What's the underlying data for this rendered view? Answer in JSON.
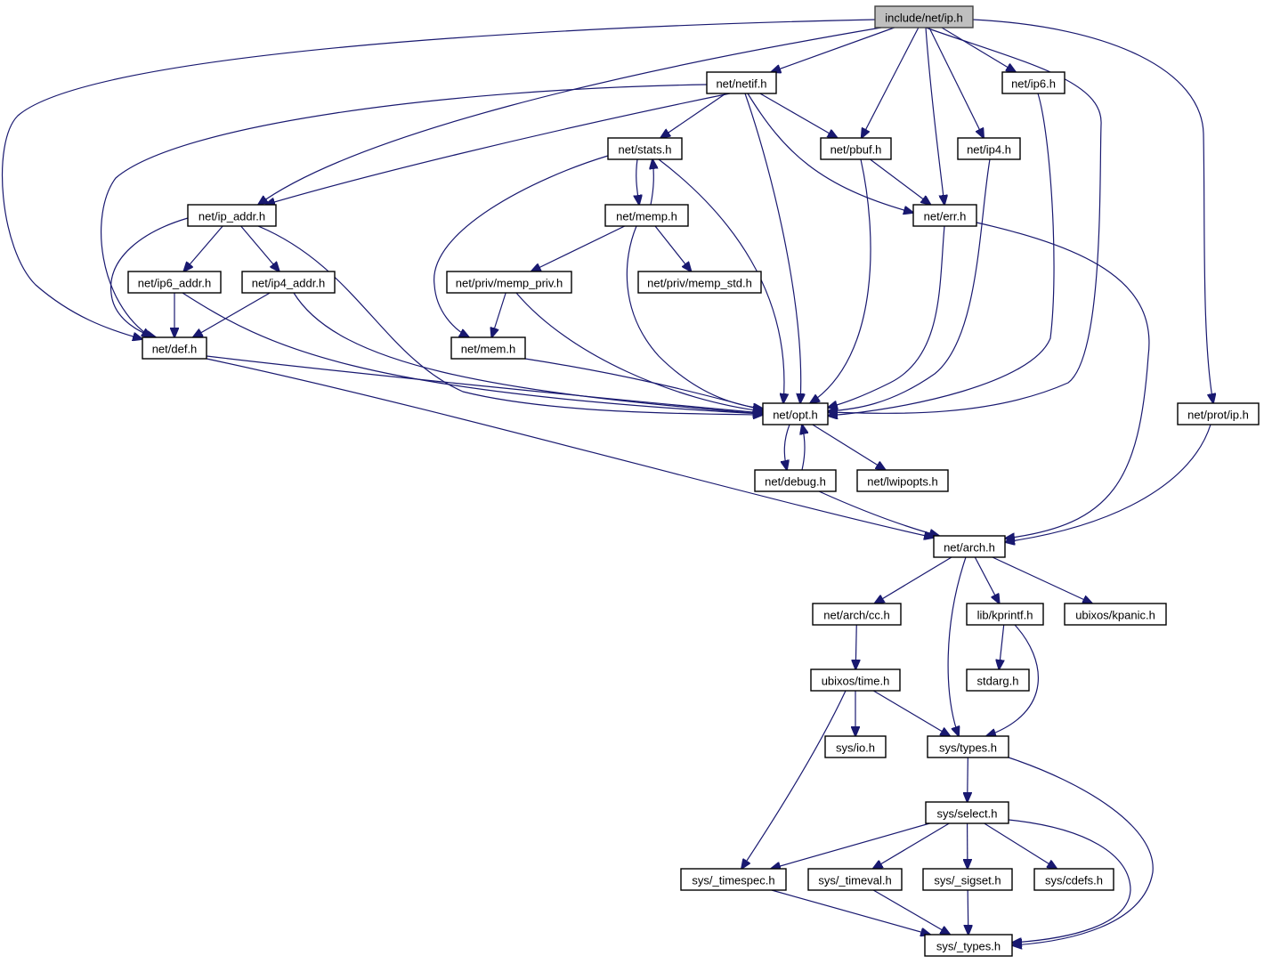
{
  "graph": {
    "title": "include/net/ip.h",
    "root": "ip",
    "colors": {
      "edge": "#191970",
      "root_fill": "#bfbfbf",
      "node_fill": "#ffffff",
      "node_border": "#000000"
    },
    "nodes": [
      {
        "id": "ip",
        "label": "include/net/ip.h"
      },
      {
        "id": "netif",
        "label": "net/netif.h"
      },
      {
        "id": "ip6",
        "label": "net/ip6.h"
      },
      {
        "id": "stats",
        "label": "net/stats.h"
      },
      {
        "id": "pbuf",
        "label": "net/pbuf.h"
      },
      {
        "id": "ip4",
        "label": "net/ip4.h"
      },
      {
        "id": "ip_addr",
        "label": "net/ip_addr.h"
      },
      {
        "id": "memp",
        "label": "net/memp.h"
      },
      {
        "id": "err",
        "label": "net/err.h"
      },
      {
        "id": "ip6_addr",
        "label": "net/ip6_addr.h"
      },
      {
        "id": "ip4_addr",
        "label": "net/ip4_addr.h"
      },
      {
        "id": "memp_priv",
        "label": "net/priv/memp_priv.h"
      },
      {
        "id": "memp_std",
        "label": "net/priv/memp_std.h"
      },
      {
        "id": "def",
        "label": "net/def.h"
      },
      {
        "id": "mem",
        "label": "net/mem.h"
      },
      {
        "id": "opt",
        "label": "net/opt.h"
      },
      {
        "id": "prot_ip",
        "label": "net/prot/ip.h"
      },
      {
        "id": "debug",
        "label": "net/debug.h"
      },
      {
        "id": "lwipopts",
        "label": "net/lwipopts.h"
      },
      {
        "id": "arch",
        "label": "net/arch.h"
      },
      {
        "id": "cc",
        "label": "net/arch/cc.h"
      },
      {
        "id": "kprintf",
        "label": "lib/kprintf.h"
      },
      {
        "id": "kpanic",
        "label": "ubixos/kpanic.h"
      },
      {
        "id": "time",
        "label": "ubixos/time.h"
      },
      {
        "id": "stdarg",
        "label": "stdarg.h"
      },
      {
        "id": "io",
        "label": "sys/io.h"
      },
      {
        "id": "types",
        "label": "sys/types.h"
      },
      {
        "id": "select",
        "label": "sys/select.h"
      },
      {
        "id": "timespec",
        "label": "sys/_timespec.h"
      },
      {
        "id": "timeval",
        "label": "sys/_timeval.h"
      },
      {
        "id": "sigset",
        "label": "sys/_sigset.h"
      },
      {
        "id": "cdefs",
        "label": "sys/cdefs.h"
      },
      {
        "id": "_types",
        "label": "sys/_types.h"
      }
    ],
    "edges": [
      [
        "ip",
        "netif"
      ],
      [
        "ip",
        "ip6"
      ],
      [
        "ip",
        "pbuf"
      ],
      [
        "ip",
        "ip4"
      ],
      [
        "ip",
        "err"
      ],
      [
        "ip",
        "ip_addr"
      ],
      [
        "ip",
        "def"
      ],
      [
        "ip",
        "opt"
      ],
      [
        "ip",
        "prot_ip"
      ],
      [
        "netif",
        "stats"
      ],
      [
        "netif",
        "pbuf"
      ],
      [
        "netif",
        "err"
      ],
      [
        "netif",
        "ip_addr"
      ],
      [
        "netif",
        "def"
      ],
      [
        "netif",
        "opt"
      ],
      [
        "ip6",
        "opt"
      ],
      [
        "ip4",
        "opt"
      ],
      [
        "stats",
        "memp"
      ],
      [
        "stats",
        "mem"
      ],
      [
        "stats",
        "opt"
      ],
      [
        "memp",
        "stats"
      ],
      [
        "memp",
        "memp_priv"
      ],
      [
        "memp",
        "memp_std"
      ],
      [
        "memp",
        "opt"
      ],
      [
        "pbuf",
        "err"
      ],
      [
        "pbuf",
        "opt"
      ],
      [
        "err",
        "opt"
      ],
      [
        "err",
        "arch"
      ],
      [
        "ip_addr",
        "ip6_addr"
      ],
      [
        "ip_addr",
        "ip4_addr"
      ],
      [
        "ip_addr",
        "def"
      ],
      [
        "ip_addr",
        "opt"
      ],
      [
        "ip6_addr",
        "def"
      ],
      [
        "ip6_addr",
        "opt"
      ],
      [
        "ip4_addr",
        "def"
      ],
      [
        "ip4_addr",
        "opt"
      ],
      [
        "memp_priv",
        "mem"
      ],
      [
        "memp_priv",
        "opt"
      ],
      [
        "mem",
        "opt"
      ],
      [
        "def",
        "opt"
      ],
      [
        "def",
        "arch"
      ],
      [
        "opt",
        "debug"
      ],
      [
        "opt",
        "lwipopts"
      ],
      [
        "debug",
        "opt"
      ],
      [
        "debug",
        "arch"
      ],
      [
        "prot_ip",
        "arch"
      ],
      [
        "arch",
        "cc"
      ],
      [
        "arch",
        "kprintf"
      ],
      [
        "arch",
        "kpanic"
      ],
      [
        "arch",
        "types"
      ],
      [
        "cc",
        "time"
      ],
      [
        "kprintf",
        "stdarg"
      ],
      [
        "kprintf",
        "types"
      ],
      [
        "time",
        "io"
      ],
      [
        "time",
        "types"
      ],
      [
        "time",
        "timespec"
      ],
      [
        "types",
        "select"
      ],
      [
        "types",
        "_types"
      ],
      [
        "select",
        "timespec"
      ],
      [
        "select",
        "timeval"
      ],
      [
        "select",
        "sigset"
      ],
      [
        "select",
        "cdefs"
      ],
      [
        "select",
        "_types"
      ],
      [
        "timespec",
        "_types"
      ],
      [
        "timeval",
        "_types"
      ],
      [
        "sigset",
        "_types"
      ]
    ]
  }
}
